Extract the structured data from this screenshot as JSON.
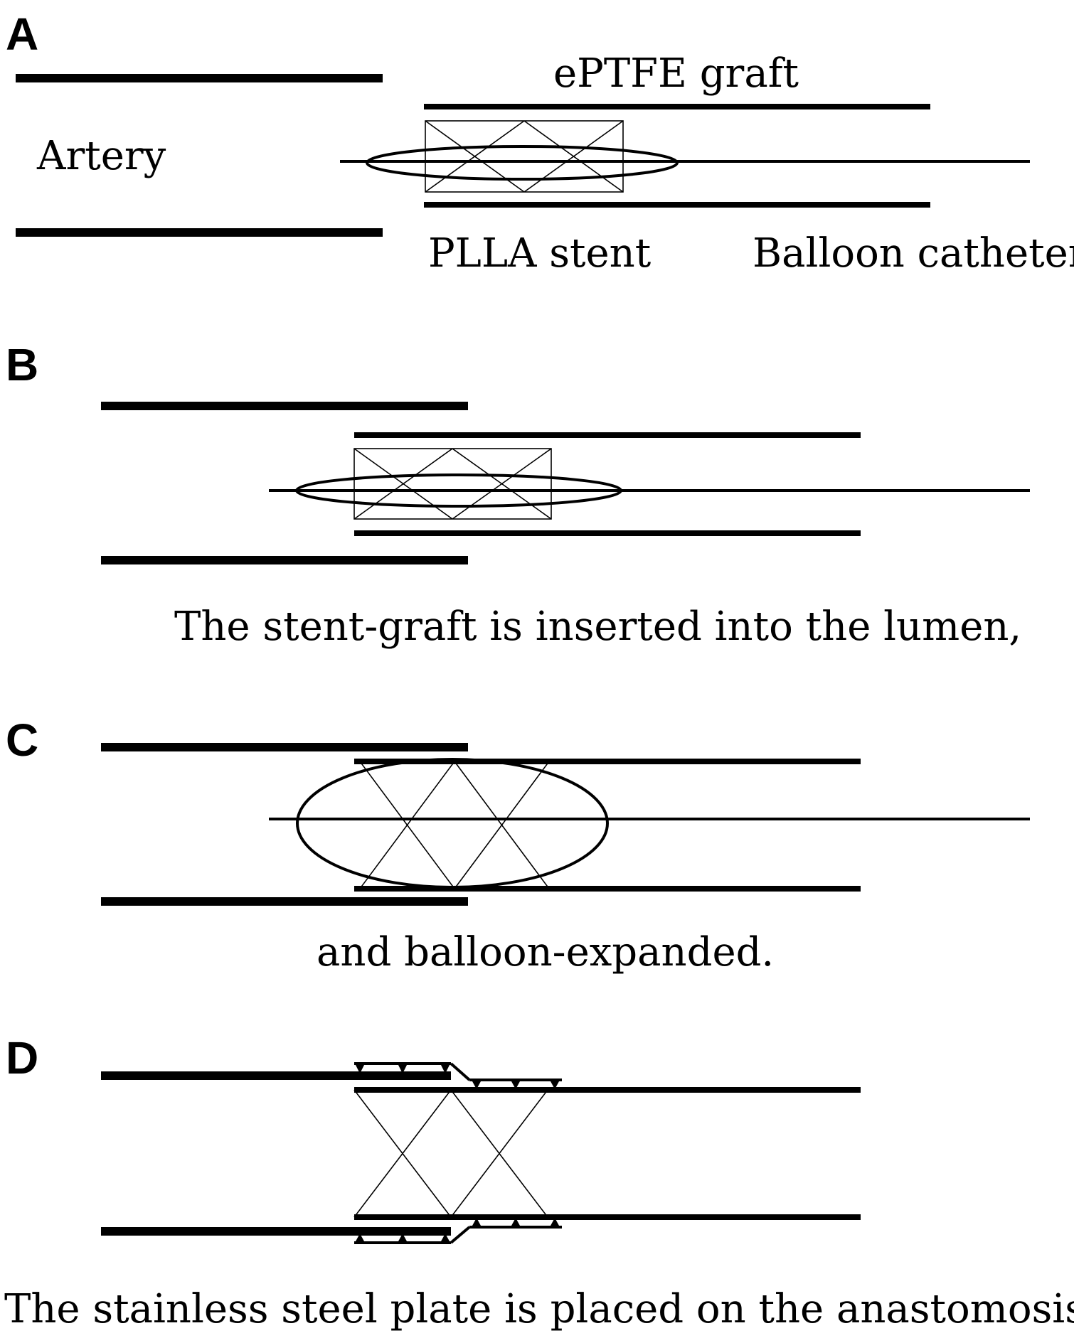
{
  "panels": {
    "a": {
      "letter": "A",
      "labels": {
        "graft": "ePTFE graft",
        "artery": "Artery",
        "stent": "PLLA stent",
        "catheter": "Balloon catheter"
      }
    },
    "b": {
      "letter": "B",
      "caption": "The stent-graft is inserted into the lumen,"
    },
    "c": {
      "letter": "C",
      "caption": "and balloon-expanded."
    },
    "d": {
      "letter": "D",
      "caption": "The stainless steel plate is placed on the anastomosis."
    }
  }
}
